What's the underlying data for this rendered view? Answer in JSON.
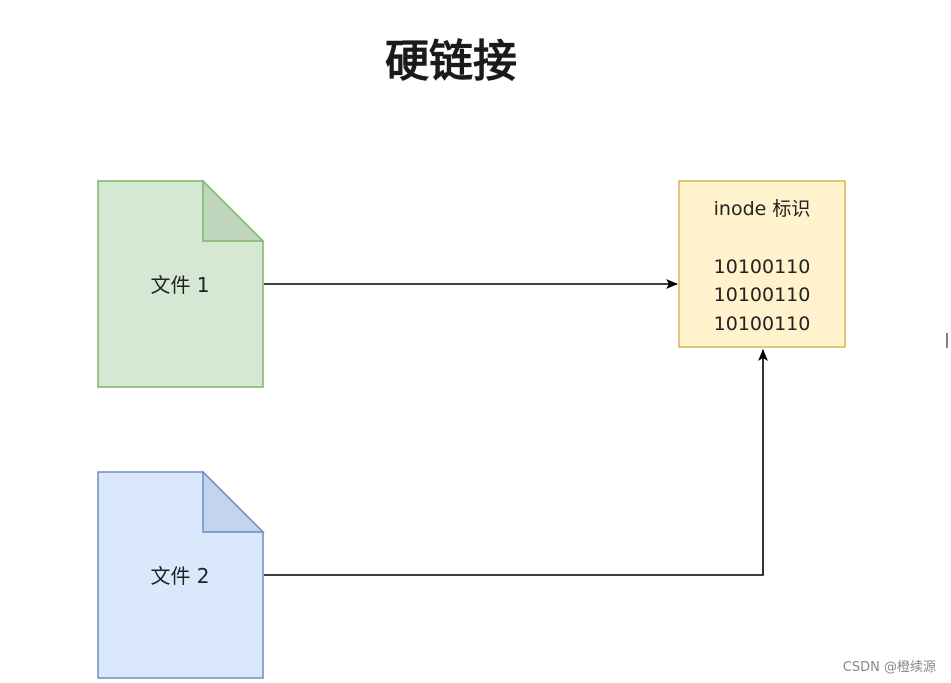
{
  "title": "硬链接",
  "files": [
    {
      "label": "文件 1",
      "fill": "#d5e8d4",
      "stroke": "#82b366",
      "fold_fill": "#bed6bc"
    },
    {
      "label": "文件 2",
      "fill": "#dae8fc",
      "stroke": "#6c8ebf",
      "fold_fill": "#c2d4ef"
    }
  ],
  "inode": {
    "title": "inode 标识",
    "lines": [
      "10100110",
      "10100110",
      "10100110"
    ],
    "fill": "#fff2cc",
    "stroke": "#d6b656"
  },
  "watermark": "CSDN @橙续源"
}
